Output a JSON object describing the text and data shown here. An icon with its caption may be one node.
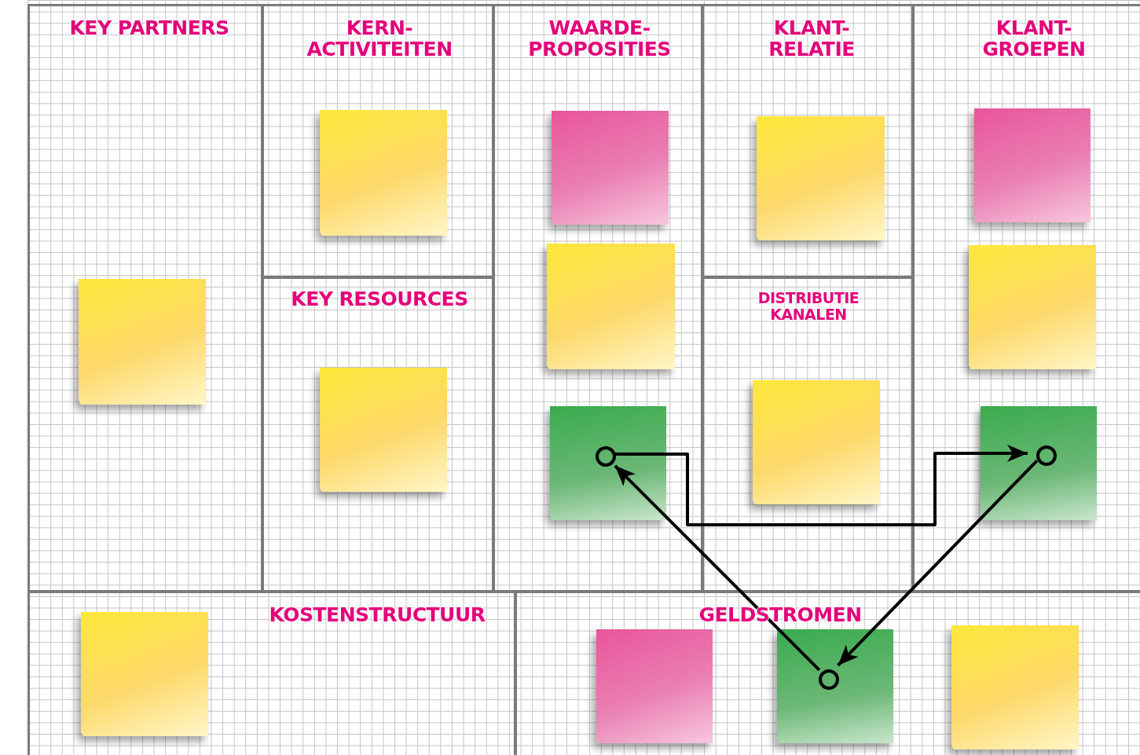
{
  "diagram": {
    "nodes": [
      {
        "text": [
          "KEY PARTNERS"
        ]
      },
      {
        "text": [
          "KERN- ACTIVITEITEN"
        ]
      },
      {
        "text": [
          "KEY RESOURCES"
        ]
      },
      {
        "text": [
          "WAARDE- PROPOSITIES"
        ]
      },
      {
        "text": [
          "KLANT- RELATIE"
        ]
      },
      {
        "text": [
          "DISTRIBUTIE KANALEN"
        ]
      },
      {
        "text": [
          "KLANT- GROEPEN"
        ]
      },
      {
        "text": [
          "KOSTENSTRUCTUUR"
        ]
      },
      {
        "text": [
          "GELDSTROMEN"
        ]
      },
      {
        "text": [],
        "shape": "box",
        "in": 0
      },
      {
        "text": [],
        "shape": "box",
        "in": 1
      },
      {
        "text": [],
        "shape": "box",
        "in": 2
      },
      {
        "text": [],
        "shape": "box",
        "in": 3
      },
      {
        "text": [],
        "shape": "box",
        "in": 3
      },
      {
        "text": [],
        "shape": "box",
        "in": 3
      },
      {
        "text": [],
        "shape": "box",
        "in": 4
      },
      {
        "text": [],
        "shape": "box",
        "in": 5
      },
      {
        "text": [],
        "shape": "box",
        "in": 6
      },
      {
        "text": [],
        "shape": "box",
        "in": 6
      },
      {
        "text": [],
        "shape": "box",
        "in": 6
      },
      {
        "text": [],
        "shape": "box",
        "in": 7
      },
      {
        "text": [],
        "shape": "box",
        "in": 8
      },
      {
        "text": [],
        "shape": "box",
        "in": 8
      },
      {
        "text": [],
        "shape": "box",
        "in": 8
      },
      {
        "text": [],
        "shape": "circle",
        "in": 14
      },
      {
        "text": [],
        "shape": "circle",
        "in": 19
      },
      {
        "text": [],
        "shape": "circle",
        "in": 22
      }
    ],
    "edges": [
      {
        "from": 24,
        "to": 25,
        "arrow": "to"
      },
      {
        "from": 26,
        "to": 24,
        "arrow": "to"
      },
      {
        "from": 25,
        "to": 26,
        "arrow": "to"
      }
    ]
  }
}
